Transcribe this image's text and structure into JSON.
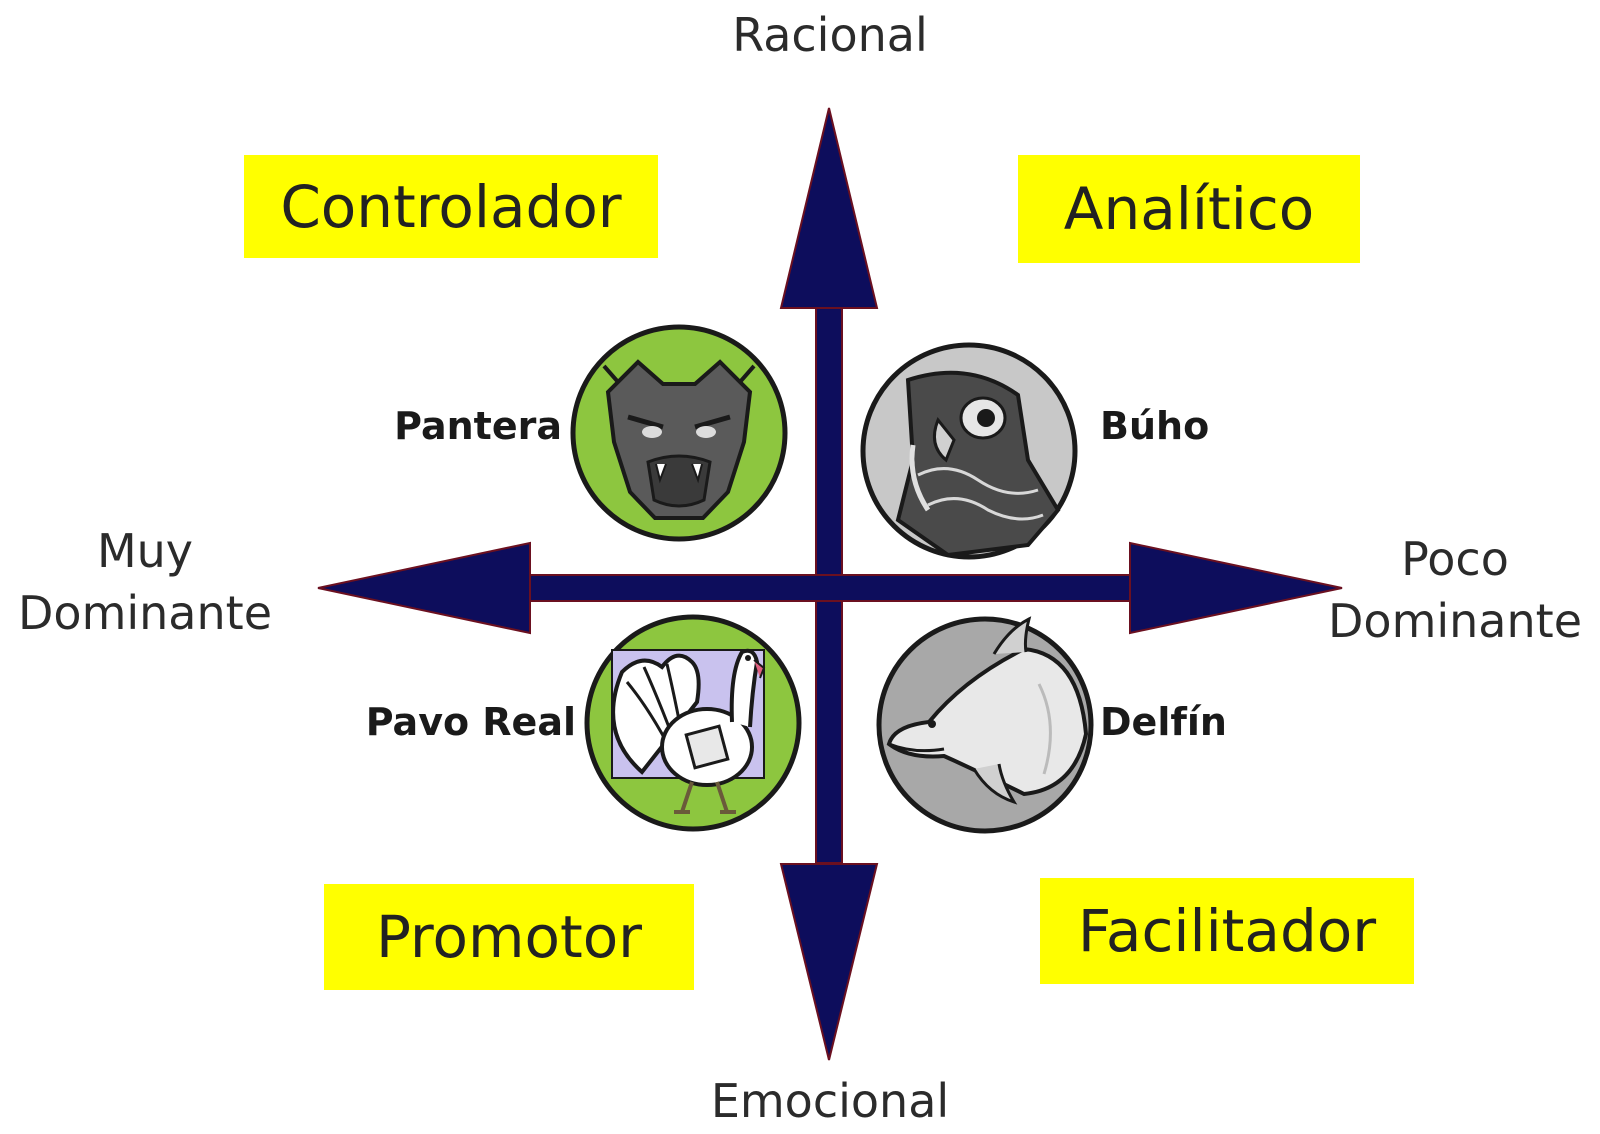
{
  "axes": {
    "top": "Racional",
    "bottom": "Emocional",
    "left_line1": "Muy",
    "left_line2": "Dominante",
    "right_line1": "Poco",
    "right_line2": "Dominante"
  },
  "quadrants": {
    "top_left": "Controlador",
    "top_right": "Analítico",
    "bottom_left": "Promotor",
    "bottom_right": "Facilitador"
  },
  "animals": {
    "top_left": {
      "label": "Pantera",
      "icon": "panther-icon"
    },
    "top_right": {
      "label": "Búho",
      "icon": "owl-icon"
    },
    "bottom_left": {
      "label": "Pavo Real",
      "icon": "peacock-icon"
    },
    "bottom_right": {
      "label": "Delfín",
      "icon": "dolphin-icon"
    }
  },
  "colors": {
    "axis": "#0d0d5c",
    "highlight": "#ffff00",
    "badge_green": "#8dc63f",
    "badge_gray": "#9e9e9e"
  }
}
